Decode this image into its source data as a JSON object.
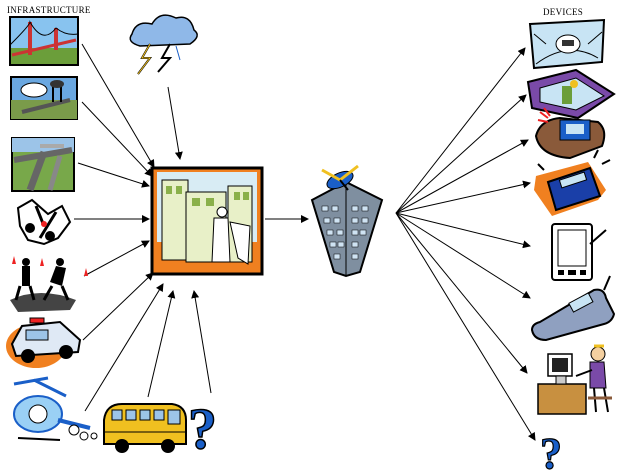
{
  "labels": {
    "infrastructure": "INFRASTRUCTURE",
    "devices": "DEVICES"
  },
  "nodes": {
    "inputs": [
      {
        "name": "suspension-bridge"
      },
      {
        "name": "road-weather-sign"
      },
      {
        "name": "highway-interchange"
      },
      {
        "name": "crash-scene"
      },
      {
        "name": "road-work-crew"
      },
      {
        "name": "emergency-vehicle"
      },
      {
        "name": "traffic-helicopter"
      },
      {
        "name": "school-bus"
      },
      {
        "name": "unknown-source-question-mark"
      },
      {
        "name": "weather-storm-cloud"
      }
    ],
    "center": {
      "name": "data-center-office"
    },
    "relay": {
      "name": "broadcast-satellite-building"
    },
    "outputs": [
      {
        "name": "in-vehicle-display"
      },
      {
        "name": "car-dashboard-display"
      },
      {
        "name": "pager"
      },
      {
        "name": "ringing-device"
      },
      {
        "name": "pda-handheld"
      },
      {
        "name": "mobile-phone"
      },
      {
        "name": "desktop-computer-user"
      },
      {
        "name": "unknown-device-question-mark"
      }
    ]
  },
  "colors": {
    "arrow": "#000000",
    "center_background": "#f08020",
    "question_mark": "#1a5fc8",
    "bus": "#f0c020"
  }
}
